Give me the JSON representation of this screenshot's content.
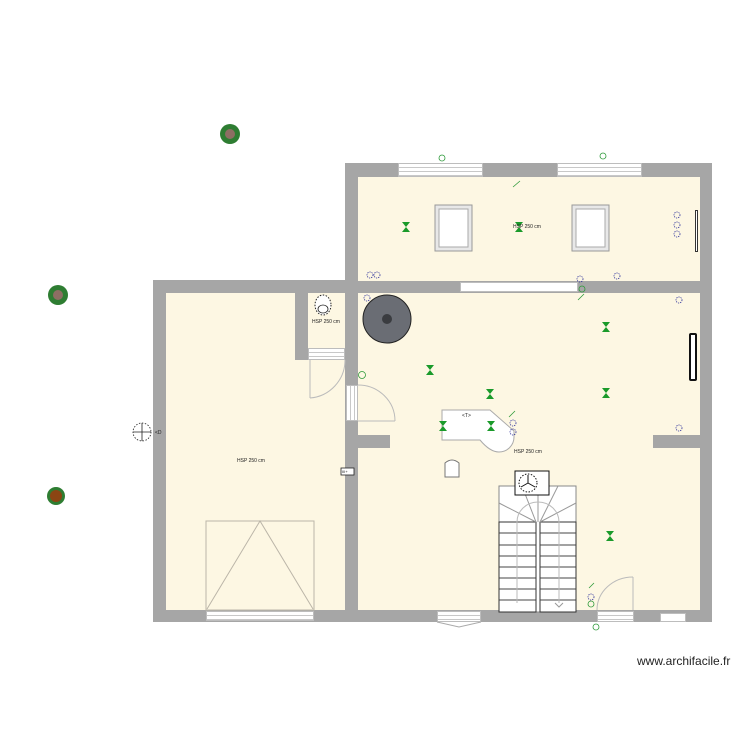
{
  "plan": {
    "rooms": [
      {
        "id": "upper-room",
        "label": "HSP 250 cm"
      },
      {
        "id": "garage",
        "label": "HSP 250 cm"
      },
      {
        "id": "wc",
        "label": "HSP 250 cm"
      },
      {
        "id": "living-room",
        "label": "HSP 250 cm"
      }
    ],
    "counter_label": "<T>",
    "meter_label": "III+",
    "exterior_label": "<D"
  },
  "colors": {
    "wall": "#a6a6a6",
    "floor": "#fdf7e3",
    "light_fixture": "#1a9a2a",
    "outlet": "#2b2f9a",
    "tree": "#2e7d32"
  },
  "footer": {
    "watermark": "www.archifacile.fr"
  }
}
